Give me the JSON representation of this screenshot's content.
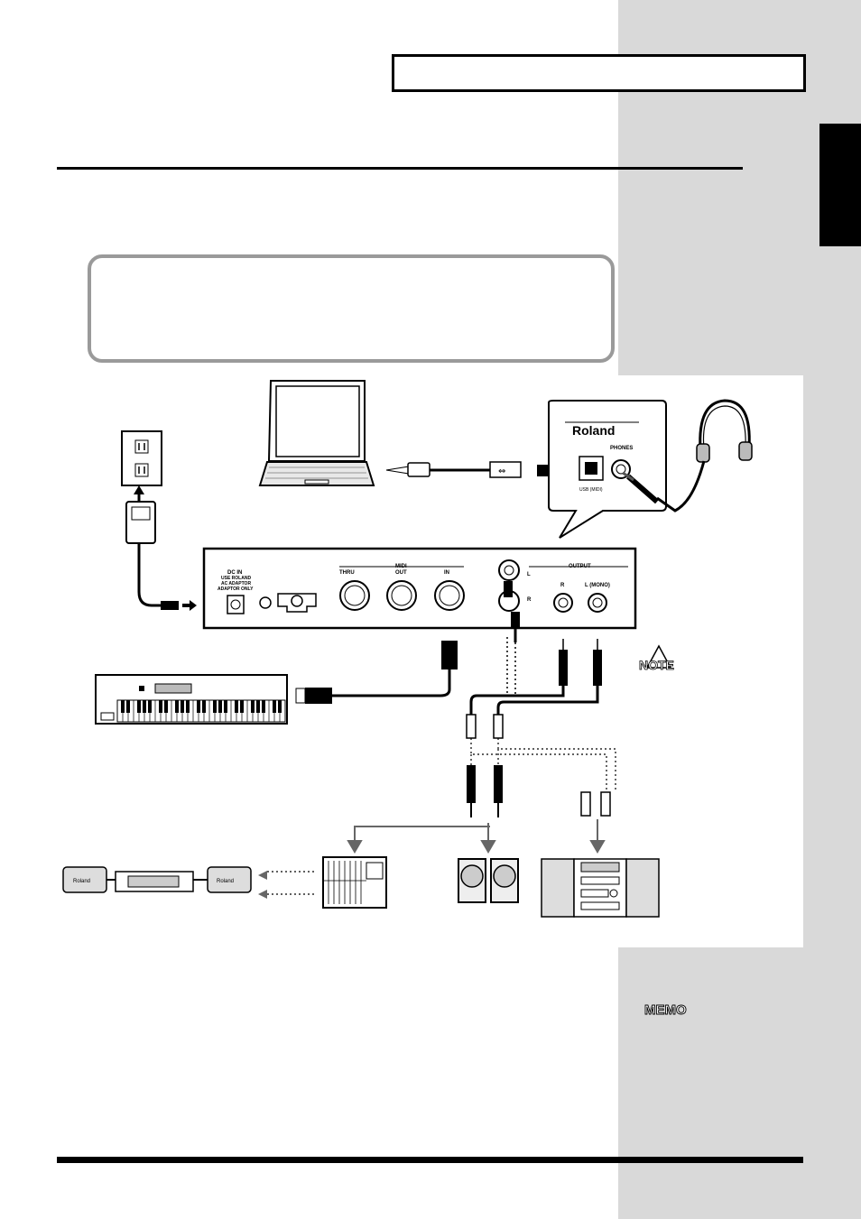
{
  "page": {
    "header_text": "",
    "section_title": "",
    "callout_text": ""
  },
  "diagram": {
    "panel_brand": "Roland",
    "panel_phones": "PHONES",
    "panel_usb": "USB (MIDI)",
    "dc_in": [
      "DC IN",
      "USE ROLAND",
      "AC ADAPTOR",
      "ADAPTOR ONLY"
    ],
    "midi": "MIDI",
    "midi_thru": "THRU",
    "midi_out": "OUT",
    "midi_in": "IN",
    "output": "OUTPUT",
    "out_l": "L",
    "out_r": "R",
    "out_r2": "R",
    "out_lmono": "L (MONO)",
    "module_brand_left": "Roland",
    "module_brand_right": "Roland"
  },
  "sidebar": {
    "note_label": "NOTE",
    "memo_label": "MEMO"
  }
}
